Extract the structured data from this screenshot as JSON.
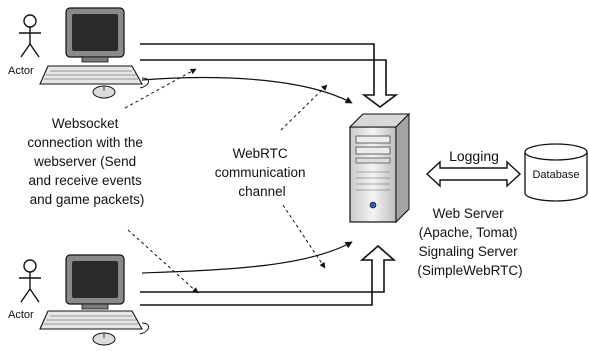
{
  "actors": [
    {
      "label": "Actor"
    },
    {
      "label": "Actor"
    }
  ],
  "websocket_note": {
    "lines": [
      "Websocket",
      "connection with the",
      "webserver (Send",
      "and receive events",
      "and game packets)"
    ]
  },
  "webrtc_note": {
    "lines": [
      "WebRTC",
      "communication",
      "channel"
    ]
  },
  "logging_label": "Logging",
  "database_label": "Database",
  "server_note": {
    "lines": [
      "Web Server",
      "(Apache, Tomat)",
      "Signaling Server",
      "(SimpleWebRTC)"
    ]
  }
}
